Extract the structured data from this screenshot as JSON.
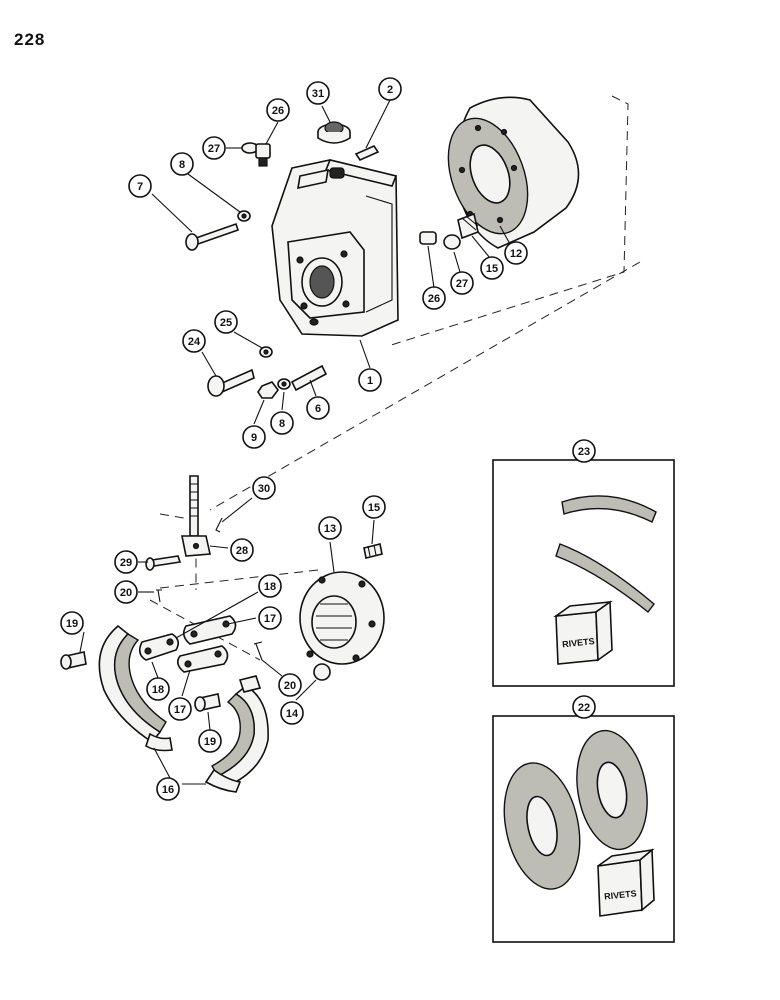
{
  "page_number": "228",
  "kit_rivets_label": "RIVETS",
  "callouts": [
    {
      "id": "c1",
      "label": "1"
    },
    {
      "id": "c2",
      "label": "2"
    },
    {
      "id": "c6",
      "label": "6"
    },
    {
      "id": "c7",
      "label": "7"
    },
    {
      "id": "c8a",
      "label": "8"
    },
    {
      "id": "c8b",
      "label": "8"
    },
    {
      "id": "c9",
      "label": "9"
    },
    {
      "id": "c12",
      "label": "12"
    },
    {
      "id": "c13",
      "label": "13"
    },
    {
      "id": "c14",
      "label": "14"
    },
    {
      "id": "c15a",
      "label": "15"
    },
    {
      "id": "c15b",
      "label": "15"
    },
    {
      "id": "c16",
      "label": "16"
    },
    {
      "id": "c17a",
      "label": "17"
    },
    {
      "id": "c17b",
      "label": "17"
    },
    {
      "id": "c18a",
      "label": "18"
    },
    {
      "id": "c18b",
      "label": "18"
    },
    {
      "id": "c19a",
      "label": "19"
    },
    {
      "id": "c19b",
      "label": "19"
    },
    {
      "id": "c20a",
      "label": "20"
    },
    {
      "id": "c20b",
      "label": "20"
    },
    {
      "id": "c22",
      "label": "22"
    },
    {
      "id": "c23",
      "label": "23"
    },
    {
      "id": "c24",
      "label": "24"
    },
    {
      "id": "c25",
      "label": "25"
    },
    {
      "id": "c26a",
      "label": "26"
    },
    {
      "id": "c26b",
      "label": "26"
    },
    {
      "id": "c27a",
      "label": "27"
    },
    {
      "id": "c27b",
      "label": "27"
    },
    {
      "id": "c28",
      "label": "28"
    },
    {
      "id": "c29",
      "label": "29"
    },
    {
      "id": "c30",
      "label": "30"
    },
    {
      "id": "c31",
      "label": "31"
    }
  ]
}
